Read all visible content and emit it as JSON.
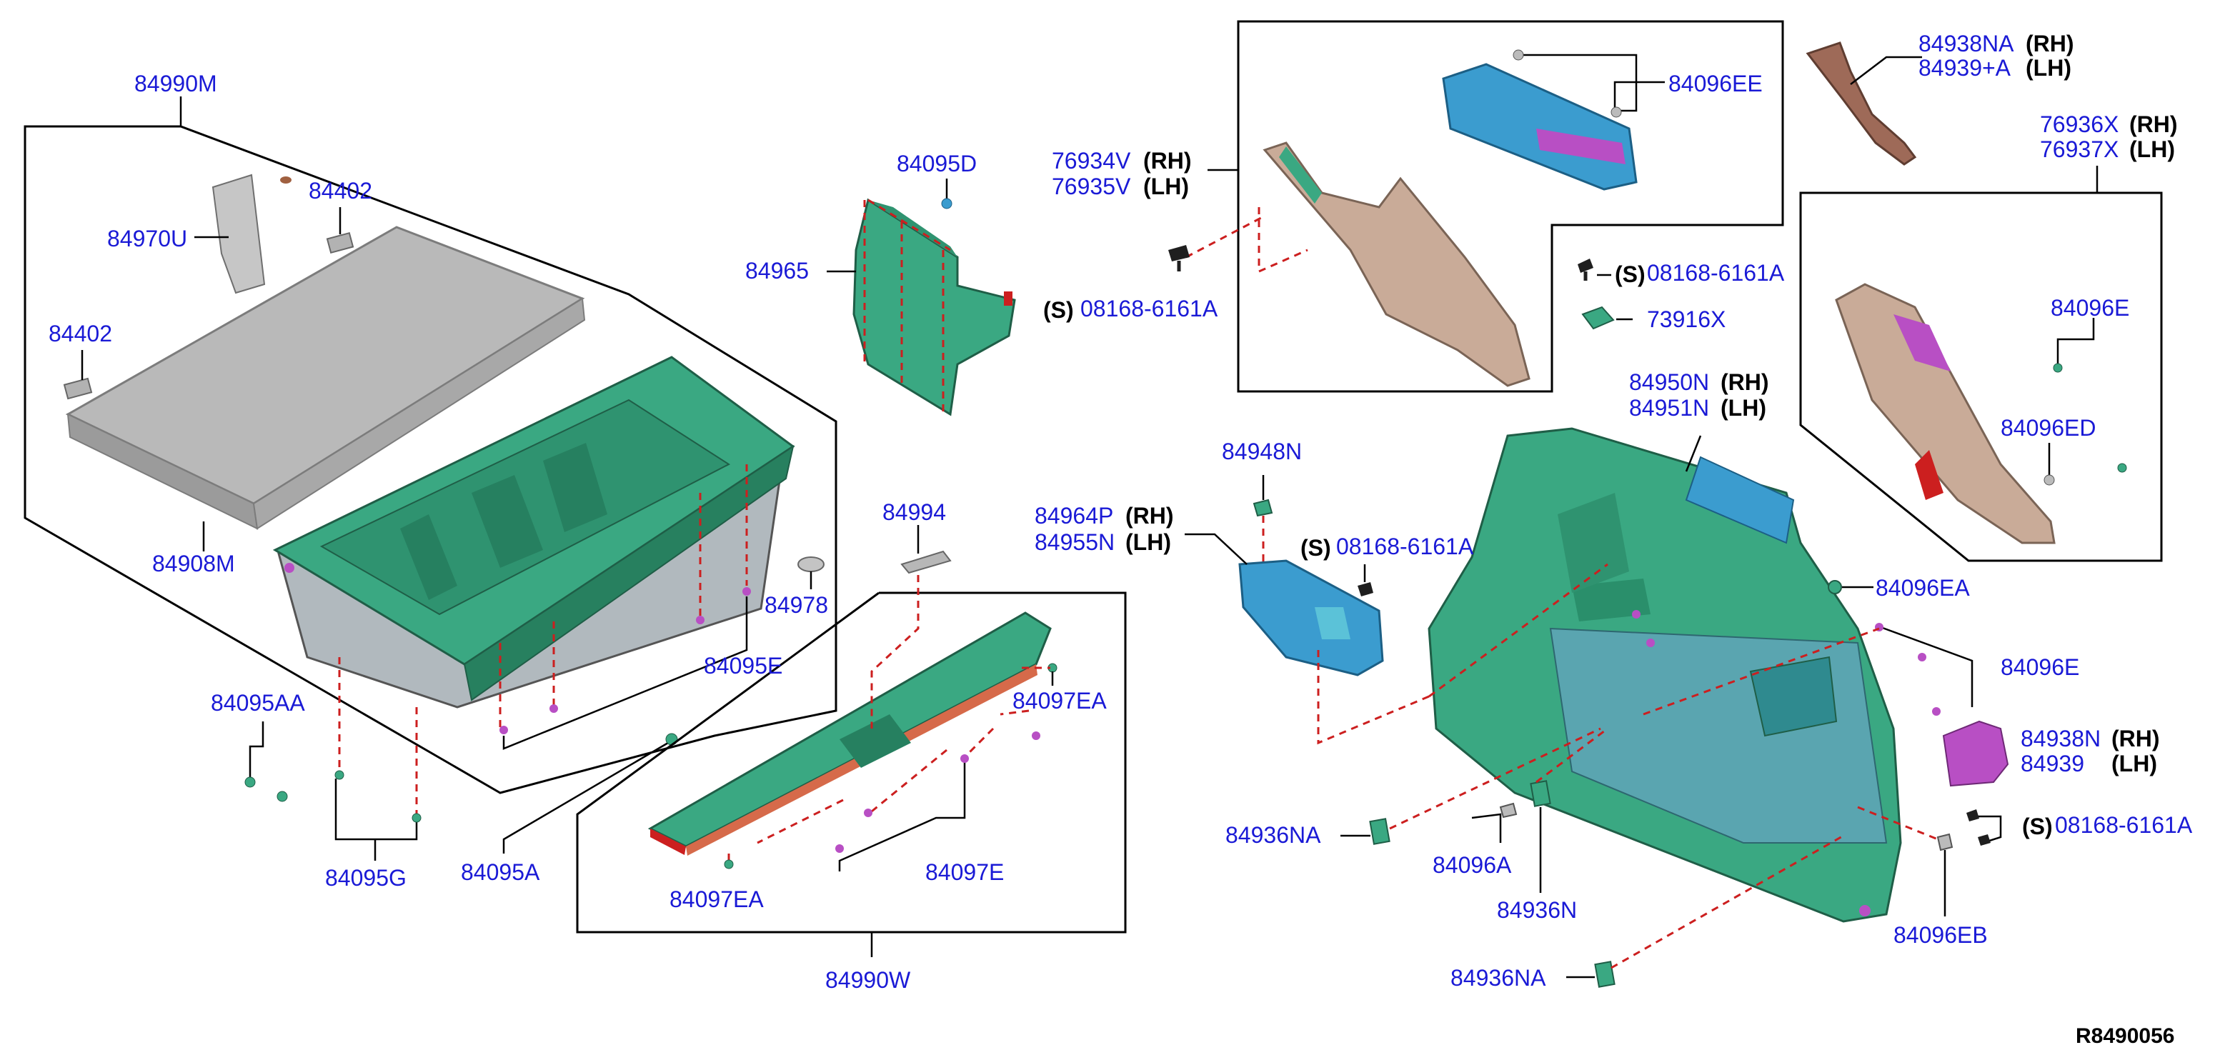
{
  "labels": {
    "p84990M": "84990M",
    "p84970U": "84970U",
    "p84402a": "84402",
    "p84402b": "84402",
    "p84908M": "84908M",
    "p84095AA": "84095AA",
    "p84095G": "84095G",
    "p84095A": "84095A",
    "p84978": "84978",
    "p84095E": "84095E",
    "p84965": "84965",
    "p84095D": "84095D",
    "p84994": "84994",
    "p84097EA_a": "84097EA",
    "p84097EA_b": "84097EA",
    "p84097E": "84097E",
    "p84990W": "84990W",
    "p76934V": "76934V",
    "p76935V": "76935V",
    "p08168_a": "08168-6161A",
    "p84096EE": "84096EE",
    "p08168_b": "08168-6161A",
    "p73916X": "73916X",
    "p84938NA": "84938NA",
    "p84939A": "84939+A",
    "p76936X": "76936X",
    "p76937X": "76937X",
    "p84096E_a": "84096E",
    "p84096ED": "84096ED",
    "p84950N": "84950N",
    "p84951N": "84951N",
    "p84948N": "84948N",
    "p84964P": "84964P",
    "p84955N": "84955N",
    "p08168_c": "08168-6161A",
    "p84096EA": "84096EA",
    "p84096E_b": "84096E",
    "p84938N": "84938N",
    "p84939": "84939",
    "p08168_d": "08168-6161A",
    "p84936NA_a": "84936NA",
    "p84096A": "84096A",
    "p84936N": "84936N",
    "p84096EB": "84096EB",
    "p84936NA_b": "84936NA"
  },
  "qualifiers": {
    "rh": "(RH)",
    "lh": "(LH)",
    "s": "(S)"
  },
  "diagram_id": "R8490056",
  "colors": {
    "part_number": "#1a1ad6",
    "trim_green": "#3aa882",
    "cover_grey": "#b9b9b9",
    "panel_tan": "#c9ab98",
    "bracket_blue": "#3b9ccf",
    "clip_magenta": "#b84fc4",
    "dash_red": "#cc1f1f"
  }
}
